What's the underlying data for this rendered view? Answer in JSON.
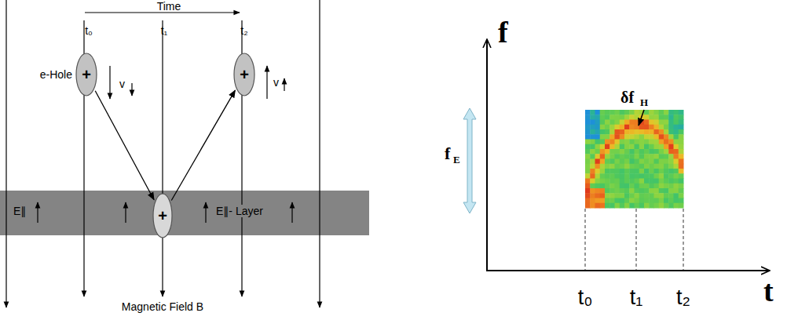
{
  "diagram": {
    "nodes": [
      {
        "text": [
          "+"
        ]
      },
      {
        "text": [
          "E∥",
          "E∥- Layer"
        ]
      },
      {
        "text": [
          "+"
        ],
        "in": 1
      },
      {
        "text": [
          "+"
        ]
      }
    ],
    "edges": [
      {
        "from": 0,
        "to": 2,
        "arrow": "to"
      },
      {
        "from": 2,
        "to": 3,
        "arrow": "to"
      }
    ],
    "labels": [
      "Time",
      "t₀",
      "t₁",
      "t₂",
      "e-Hole",
      "v",
      "v",
      "Magnetic Field B",
      "f",
      "δf",
      "H",
      "f",
      "E",
      "t",
      "t₀",
      "t₁",
      "t₂"
    ]
  }
}
